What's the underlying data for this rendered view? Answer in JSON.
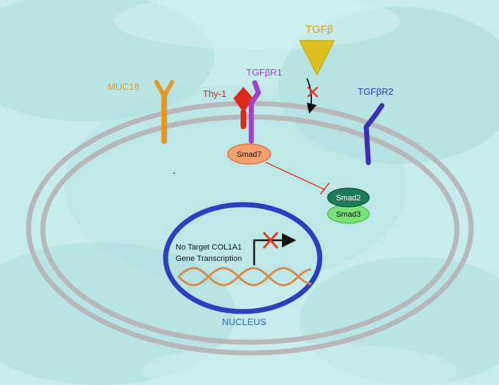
{
  "labels": {
    "muc16": "MUC16",
    "thy1": "Thy-1",
    "tgfbr1": "TGFβR1",
    "tgfb": "TGFβ",
    "tgfbr2": "TGFβR2",
    "smad7": "Smad7",
    "smad2": "Smad2",
    "smad3": "Smad3",
    "gene_line1": "No Target COL1A1",
    "gene_line2": "Gene Transcription",
    "nucleus": "NUCLEUS"
  },
  "colors": {
    "background": "#b9e4e4",
    "membrane": "#b8b8b8",
    "nucleus": "#2a40c0",
    "muc16": "#e09a2a",
    "thy1": "#dd2a1a",
    "tgfbr1": "#a040c8",
    "tgfb": "#dcc020",
    "tgfbr2": "#3a30b0",
    "smad7": "#f4a070",
    "smad2": "#1d7a5a",
    "smad3": "#7ae27a",
    "inhibit": "#e23a20",
    "dna": "#d98a4a"
  }
}
